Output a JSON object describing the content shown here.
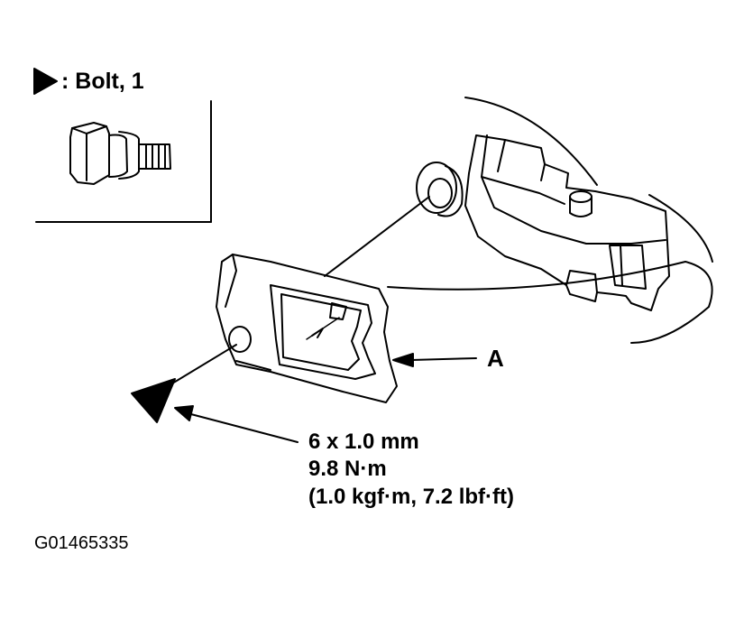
{
  "legend": {
    "text": ": Bolt, 1",
    "marker_icon": "filled-triangle-marker"
  },
  "callouts": {
    "a_label": "A"
  },
  "torque_spec": {
    "line1": "6 x 1.0 mm",
    "line2": "9.8 N·m",
    "line3": "(1.0 kgf·m, 7.2 lbf·ft)"
  },
  "figure": {
    "id": "G01465335"
  },
  "colors": {
    "ink": "#000000",
    "paper": "#ffffff"
  }
}
